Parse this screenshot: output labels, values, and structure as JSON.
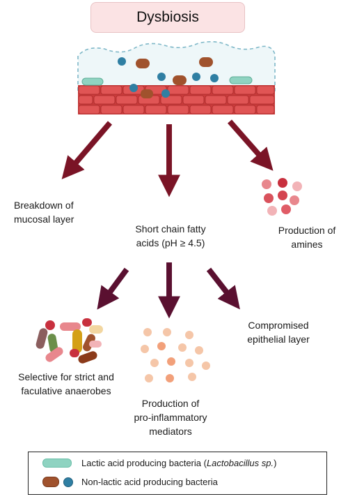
{
  "title": "Dysbiosis",
  "outcomes": {
    "mucosal": [
      "Breakdown of",
      "mucosal layer"
    ],
    "scfa": [
      "Short chain fatty",
      "acids (pH ≥ 4.5)"
    ],
    "amines": [
      "Production of",
      "amines"
    ],
    "anaerobes": [
      "Selective for strict and",
      "faculative anaerobes"
    ],
    "mediators": [
      "Production of",
      "pro-inflammatory",
      "mediators"
    ],
    "epithelial": [
      "Compromised",
      "epithelial layer"
    ]
  },
  "legend": {
    "lab_prefix": "Lactic acid producing bacteria (",
    "lab_species": "Lactobacillus sp.",
    "lab_suffix": ")",
    "nlab": "Non-lactic acid producing bacteria"
  },
  "colors": {
    "arrow": "#7a1426",
    "epithelium": "#d64545",
    "mucus": "#e8f4f7",
    "lab": "#8fd3c1",
    "nlab_rod": "#a0522d",
    "nlab_dot": "#2f7fa3"
  }
}
